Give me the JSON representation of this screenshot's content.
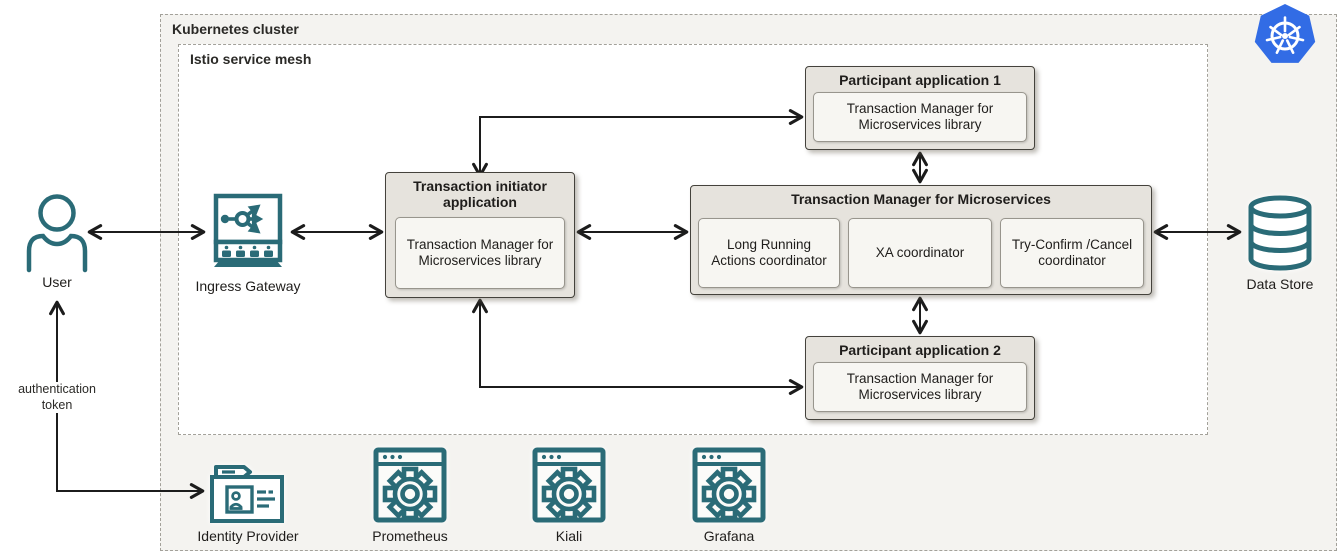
{
  "colors": {
    "icon_teal": "#2A6B77",
    "kubernetes_blue": "#326CE5",
    "cluster_fill": "#F4F3F0",
    "box_fill": "#E6E3DD",
    "inner_box_fill": "#F7F6F2",
    "arrow": "#1C1C1C"
  },
  "cluster": {
    "label": "Kubernetes cluster"
  },
  "mesh": {
    "label": "Istio service mesh"
  },
  "nodes": {
    "user": {
      "label": "User"
    },
    "ingress_gateway": {
      "label": "Ingress Gateway"
    },
    "transaction_initiator": {
      "title": "Transaction initiator application",
      "library": "Transaction Manager for Microservices library"
    },
    "participant_1": {
      "title": "Participant application 1",
      "library": "Transaction Manager for Microservices library"
    },
    "participant_2": {
      "title": "Participant application 2",
      "library": "Transaction Manager for Microservices library"
    },
    "tmm": {
      "title": "Transaction Manager for Microservices",
      "coordinators": [
        "Long Running Actions coordinator",
        "XA coordinator",
        "Try-Confirm /Cancel coordinator"
      ]
    },
    "data_store": {
      "label": "Data Store"
    },
    "identity_provider": {
      "label": "Identity Provider"
    },
    "prometheus": {
      "label": "Prometheus"
    },
    "kiali": {
      "label": "Kiali"
    },
    "grafana": {
      "label": "Grafana"
    }
  },
  "annotations": {
    "auth_token": "authentication token"
  }
}
